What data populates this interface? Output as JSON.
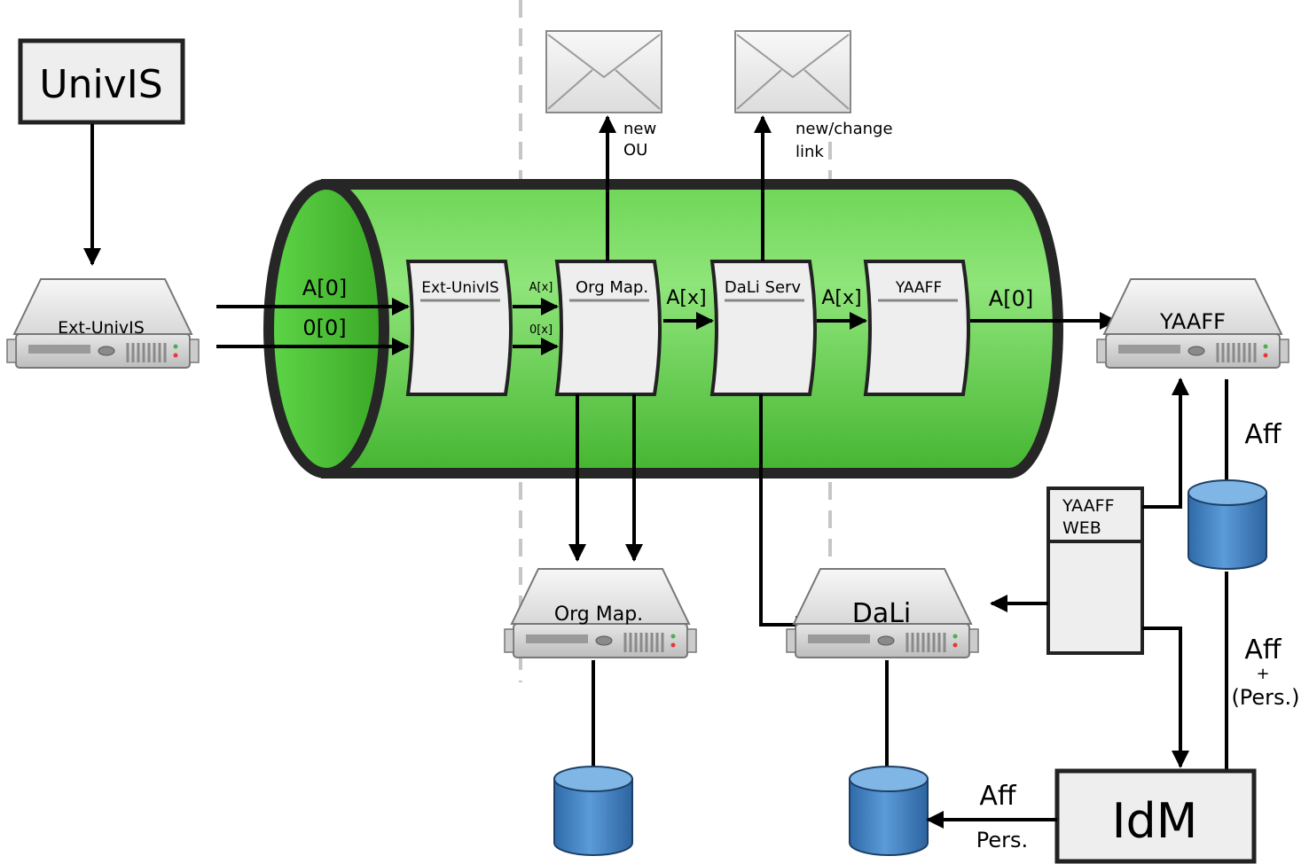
{
  "colors": {
    "pipe": "#5fcf47",
    "pipe_highlight": "#8ee67a",
    "pipe_end": "#3fb02d",
    "outline": "#222222",
    "box_fill": "#eeeeee",
    "db_top": "#6aa6da",
    "db_body": "#3a78b8",
    "dashed": "#c8c8c8"
  },
  "boxes": {
    "univis": "UnivIS",
    "idm": "IdM",
    "yaaff_web_line1": "YAAFF",
    "yaaff_web_line2": "WEB"
  },
  "servers": {
    "ext_univis": "Ext-UnivIS",
    "yaaff": "YAAFF",
    "org_map": "Org Map.",
    "dali": "DaLi"
  },
  "stages": {
    "ext_univis": "Ext-UnivIS",
    "org_map": "Org Map.",
    "dali_serv": "DaLi Serv",
    "yaaff": "YAAFF"
  },
  "labels": {
    "a0_in": "A[0]",
    "o0_in": "0[0]",
    "ax_small": "A[x]",
    "ox_small": "0[x]",
    "ax_1": "A[x]",
    "ax_2": "A[x]",
    "a0_out": "A[0]",
    "new_ou_1": "new",
    "new_ou_2": "OU",
    "new_change_1": "new/change",
    "new_change_2": "link",
    "aff_right": "Aff",
    "aff_pers_1": "Aff",
    "aff_pers_plus": "+",
    "aff_pers_2": "(Pers.)",
    "aff_bottom": "Aff",
    "pers_bottom": "Pers."
  },
  "icons": {
    "mail_new_ou": "envelope-icon",
    "mail_new_link": "envelope-icon",
    "database": "database-icon",
    "server": "server-icon"
  }
}
